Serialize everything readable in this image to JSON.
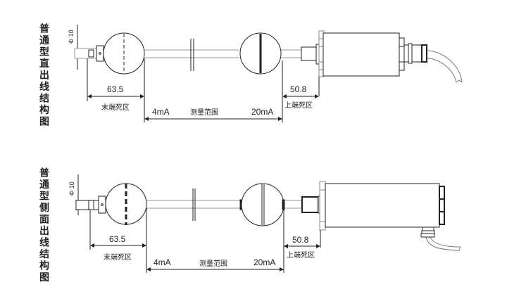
{
  "diagrams": [
    {
      "title": "普通型直出线结构图",
      "diameter_label": "Φ 10",
      "bottom_dead_zone_value": "63.5",
      "bottom_dead_zone_label": "末端死区",
      "range_start": "4mA",
      "range_label": "测量范围",
      "range_end": "20mA",
      "top_dead_zone_value": "50.8",
      "top_dead_zone_label": "上端死区"
    },
    {
      "title": "普通型侧面出线结构图",
      "diameter_label": "Φ 10",
      "bottom_dead_zone_value": "63.5",
      "bottom_dead_zone_label": "末端死区",
      "range_start": "4mA",
      "range_label": "测量范围",
      "range_end": "20mA",
      "top_dead_zone_value": "50.8",
      "top_dead_zone_label": "上端死区"
    }
  ]
}
